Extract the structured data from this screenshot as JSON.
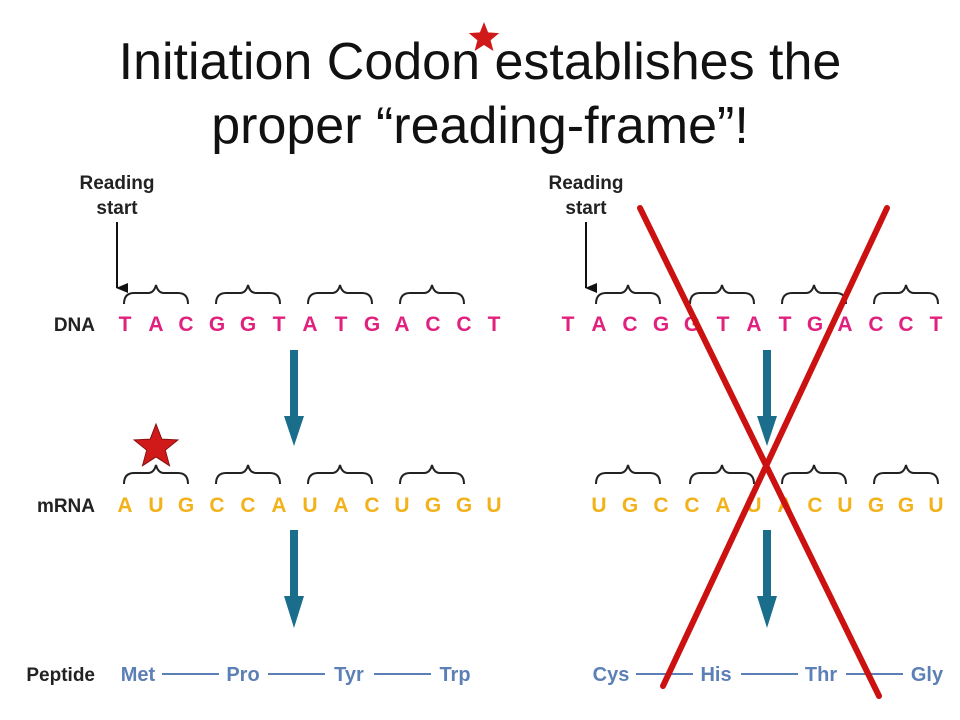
{
  "title": {
    "line1": "Initiation Codon establishes the",
    "line2": "proper “reading-frame”!"
  },
  "labels": {
    "reading_start": [
      "Reading",
      "start"
    ],
    "rows": {
      "dna": "DNA",
      "mrna": "mRNA",
      "peptide": "Peptide"
    }
  },
  "left_panel": {
    "dna": [
      "T",
      "A",
      "C",
      "G",
      "G",
      "T",
      "A",
      "T",
      "G",
      "A",
      "C",
      "C",
      "T"
    ],
    "mrna": [
      "A",
      "U",
      "G",
      "C",
      "C",
      "A",
      "U",
      "A",
      "C",
      "U",
      "G",
      "G",
      "U"
    ],
    "peptide": [
      "Met",
      "Pro",
      "Tyr",
      "Trp"
    ]
  },
  "right_panel": {
    "dna": [
      "T",
      "A",
      "C",
      "G",
      "G",
      "T",
      "A",
      "T",
      "G",
      "A",
      "C",
      "C",
      "T"
    ],
    "mrna": [
      "U",
      "G",
      "C",
      "C",
      "A",
      "U",
      "A",
      "C",
      "U",
      "G",
      "G",
      "U"
    ],
    "peptide": [
      "Cys",
      "His",
      "Thr",
      "Gly"
    ]
  },
  "colors": {
    "dna": "#e0217e",
    "mrna": "#f2b21b",
    "peptide": "#5c80b5",
    "flow_arrow": "#1a6e8c",
    "cross": "#cc1111",
    "star": "#d01a1a"
  },
  "icons": [
    "star-icon",
    "cross-out-mark",
    "down-arrow-icon"
  ]
}
